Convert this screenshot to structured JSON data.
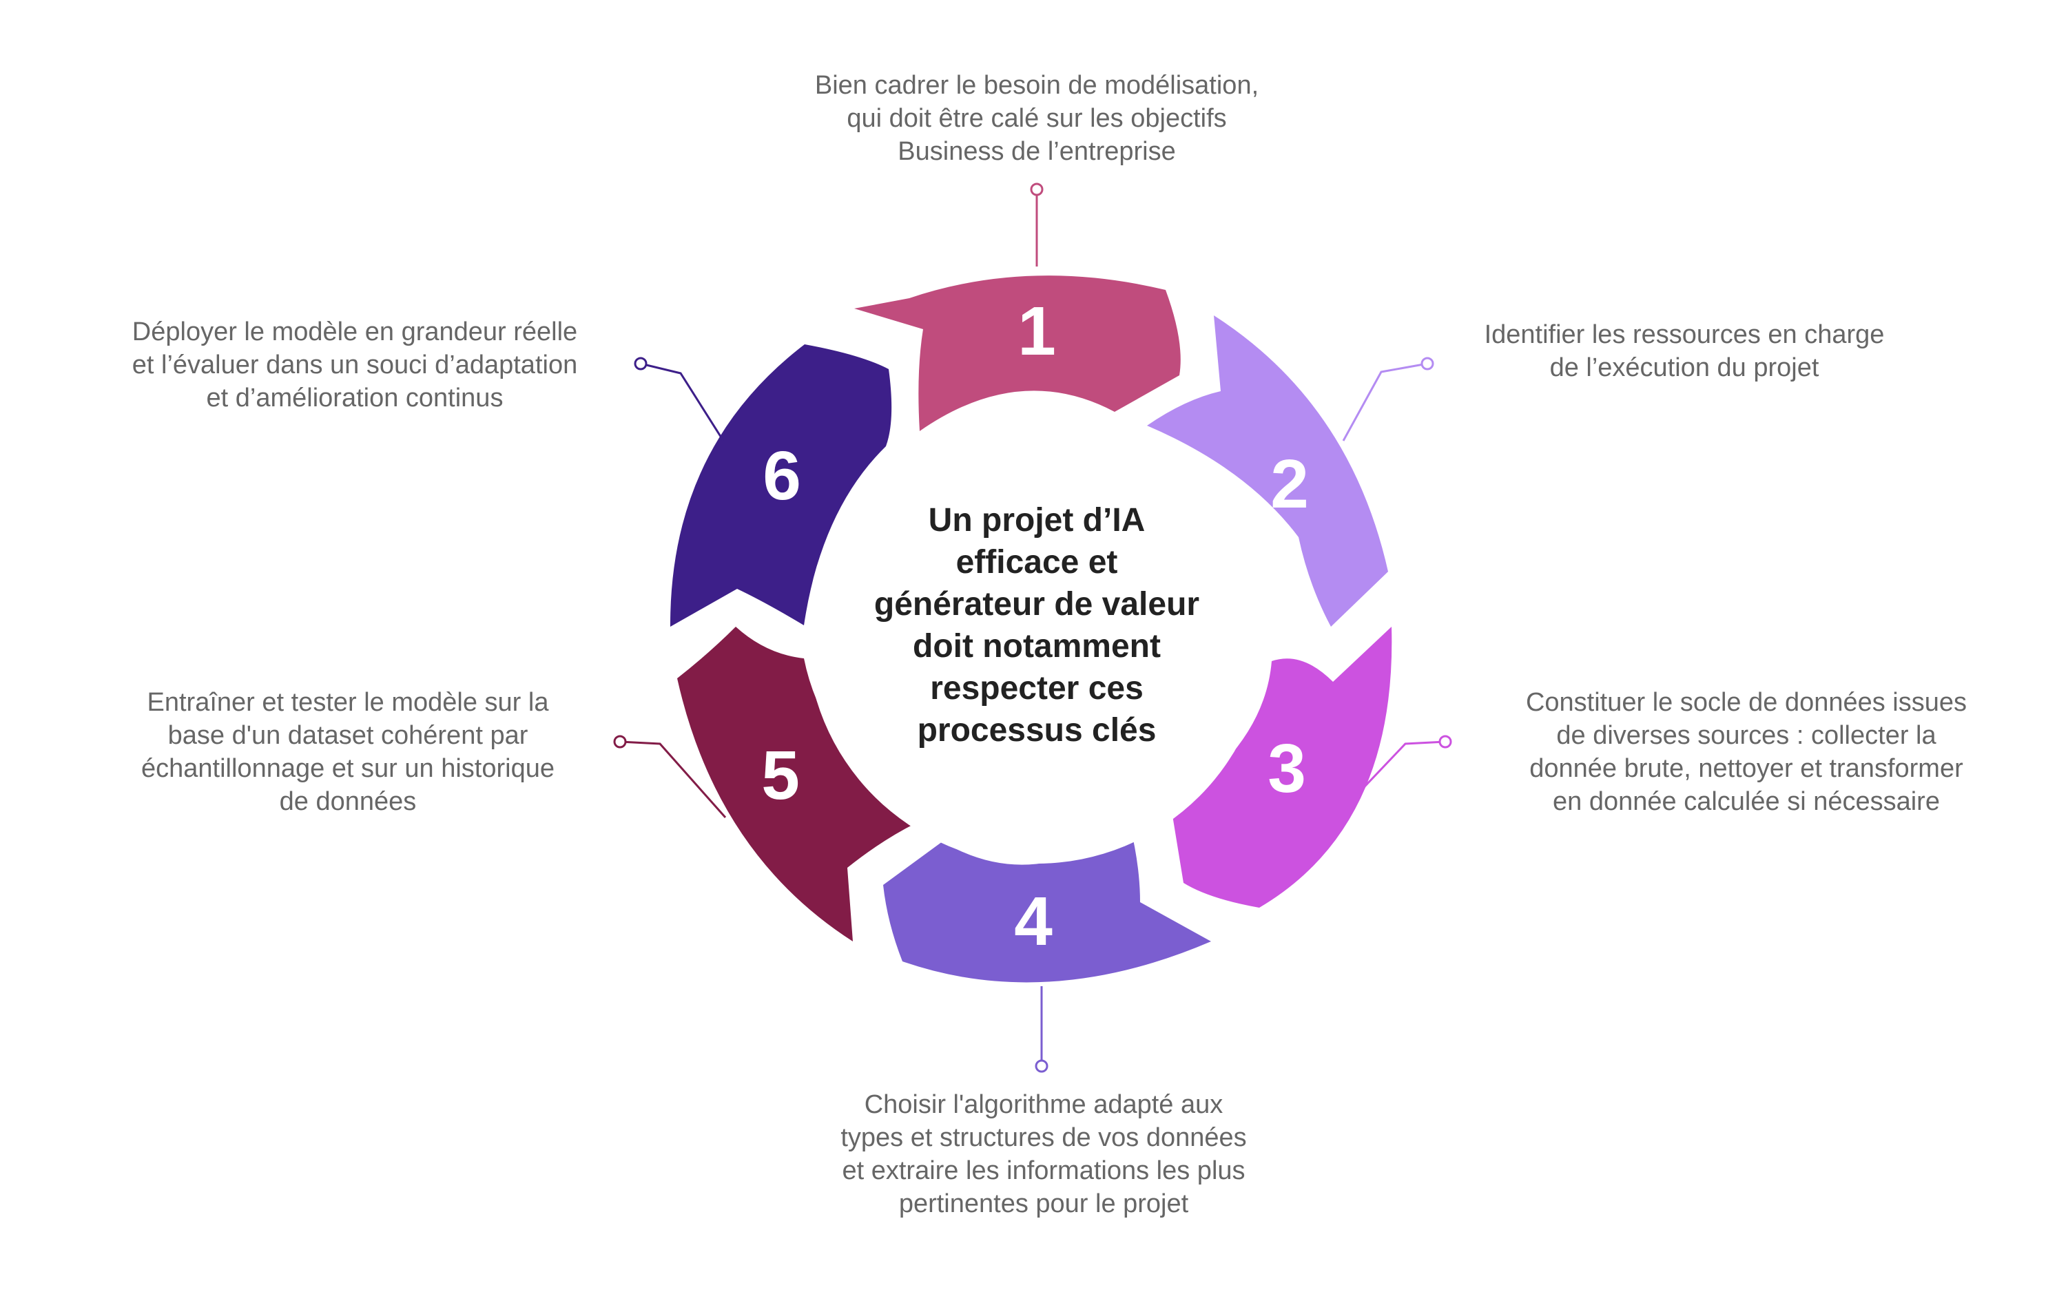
{
  "title_lines": [
    "Un projet d’IA",
    "efficace et",
    "générateur de valeur",
    "doit notamment",
    "respecter ces",
    "processus clés"
  ],
  "steps": [
    {
      "number": "1",
      "color": "#c04c7d",
      "lines": [
        "Bien cadrer le besoin de modélisation,",
        "qui doit être calé sur les objectifs",
        "Business de l’entreprise"
      ]
    },
    {
      "number": "2",
      "color": "#b48cf2",
      "lines": [
        "Identifier les ressources en charge",
        "de l’exécution du projet"
      ]
    },
    {
      "number": "3",
      "color": "#cc52e0",
      "lines": [
        "Constituer le socle de données issues",
        "de diverses sources : collecter la",
        "donnée brute, nettoyer et transformer",
        "en donnée calculée si nécessaire"
      ]
    },
    {
      "number": "4",
      "color": "#7b5ed0",
      "lines": [
        "Choisir l'algorithme adapté aux",
        "types et structures de vos données",
        "et extraire les informations les plus",
        "pertinentes pour le projet"
      ]
    },
    {
      "number": "5",
      "color": "#821c47",
      "lines": [
        "Entraîner et tester le modèle sur la",
        "base d'un dataset cohérent par",
        "échantillonnage et sur un historique",
        "de données"
      ]
    },
    {
      "number": "6",
      "color": "#3d1f89",
      "lines": [
        "Déployer le modèle en grandeur réelle",
        "et l’évaluer dans un souci d’adaptation",
        "et d’amélioration continus"
      ]
    }
  ]
}
